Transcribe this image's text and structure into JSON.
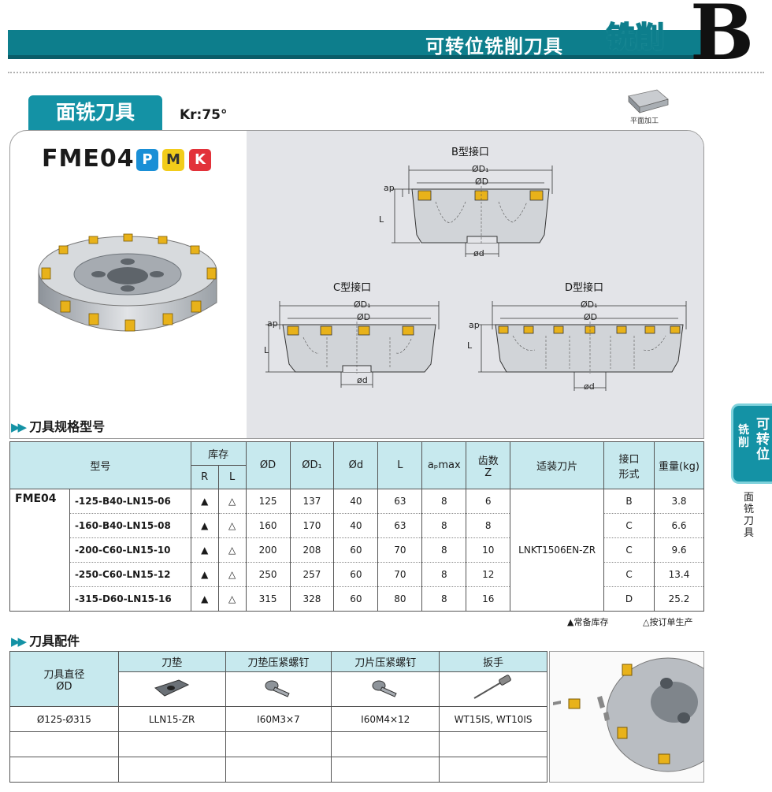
{
  "header": {
    "title": "可转位铣削刀具",
    "subtitle": "铣削",
    "letter": "B"
  },
  "section": {
    "tab": "面铣刀具",
    "angle": "Kr:75°",
    "machining_label": "平面加工"
  },
  "product": {
    "model": "FME04",
    "badges": [
      "P",
      "M",
      "K"
    ]
  },
  "diagrams": {
    "b": {
      "title": "B型接口",
      "d1": "ØD₁",
      "d": "ØD",
      "ap": "ap",
      "l": "L",
      "bore": "ød"
    },
    "c": {
      "title": "C型接口",
      "d1": "ØD₁",
      "d": "ØD",
      "ap": "ap",
      "l": "L",
      "bore": "ød"
    },
    "dtype": {
      "title": "D型接口",
      "d1": "ØD₁",
      "d": "ØD",
      "ap": "ap",
      "l": "L",
      "bore": "ød"
    }
  },
  "spec": {
    "heading": "刀具规格型号",
    "headers": {
      "model": "型号",
      "stock": "库存",
      "r": "R",
      "l": "L",
      "d": "ØD",
      "d1": "ØD₁",
      "bore": "Ød",
      "length": "L",
      "ap": "aₚmax",
      "teeth": "齿数",
      "z": "Z",
      "insert": "适装刀片",
      "iface": "接口",
      "iface2": "形式",
      "weight": "重量(kg)"
    },
    "series": "FME04",
    "insert": "LNKT1506EN-ZR",
    "rows": [
      {
        "code": "-125-B40-LN15-06",
        "r": "▲",
        "l": "△",
        "d": "125",
        "d1": "137",
        "bore": "40",
        "len": "63",
        "ap": "8",
        "z": "6",
        "iface": "B",
        "w": "3.8"
      },
      {
        "code": "-160-B40-LN15-08",
        "r": "▲",
        "l": "△",
        "d": "160",
        "d1": "170",
        "bore": "40",
        "len": "63",
        "ap": "8",
        "z": "8",
        "iface": "C",
        "w": "6.6"
      },
      {
        "code": "-200-C60-LN15-10",
        "r": "▲",
        "l": "△",
        "d": "200",
        "d1": "208",
        "bore": "60",
        "len": "70",
        "ap": "8",
        "z": "10",
        "iface": "C",
        "w": "9.6"
      },
      {
        "code": "-250-C60-LN15-12",
        "r": "▲",
        "l": "△",
        "d": "250",
        "d1": "257",
        "bore": "60",
        "len": "70",
        "ap": "8",
        "z": "12",
        "iface": "C",
        "w": "13.4"
      },
      {
        "code": "-315-D60-LN15-16",
        "r": "▲",
        "l": "△",
        "d": "315",
        "d1": "328",
        "bore": "60",
        "len": "80",
        "ap": "8",
        "z": "16",
        "iface": "D",
        "w": "25.2"
      }
    ],
    "legend_stock": "▲常备库存",
    "legend_order": "△按订单生产"
  },
  "accessory": {
    "heading": "刀具配件",
    "col_dia_1": "刀具直径",
    "col_dia_2": "ØD",
    "col_shim": "刀垫",
    "col_shim_screw": "刀垫压紧螺钉",
    "col_insert_screw": "刀片压紧螺钉",
    "col_wrench": "扳手",
    "row": {
      "dia": "Ø125-Ø315",
      "shim": "LLN15-ZR",
      "shim_screw": "I60M3×7",
      "insert_screw": "I60M4×12",
      "wrench": "WT15IS, WT10IS"
    }
  },
  "side": {
    "main": "可转位",
    "sub": "铣削",
    "text": "面铣刀具"
  },
  "colors": {
    "teal": "#1492a5",
    "teal_dark": "#0d7e8c",
    "header_light": "#c7e9ee",
    "insert_gold": "#e8b21a"
  }
}
